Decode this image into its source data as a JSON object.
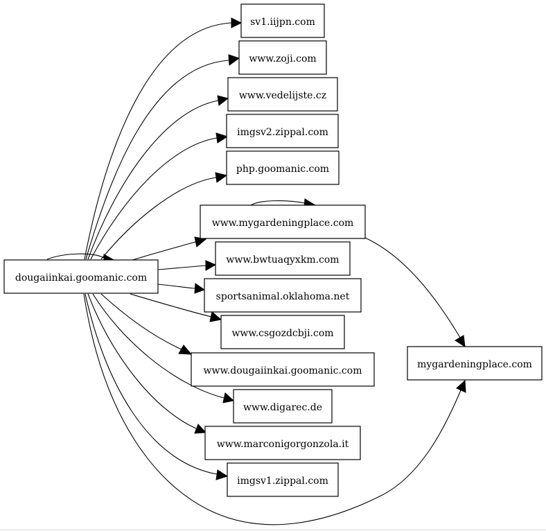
{
  "graph": {
    "source_node": "dougaiinkai.goomanic.com",
    "hub_node": "www.mygardeningplace.com",
    "target_node": "mygardeningplace.com",
    "nodes": [
      "sv1.iijpn.com",
      "www.zoji.com",
      "www.vedelijste.cz",
      "imgsv2.zippal.com",
      "php.goomanic.com",
      "www.mygardeningplace.com",
      "www.bwtuaqyxkm.com",
      "sportsanimal.oklahoma.net",
      "www.csgozdcbji.com",
      "www.dougaiinkai.goomanic.com",
      "www.digarec.de",
      "www.marconigorgonzola.it",
      "imgsv1.zippal.com",
      "dougaiinkai.goomanic.com",
      "mygardeningplace.com"
    ],
    "edges": [
      {
        "from": "dougaiinkai.goomanic.com",
        "to": "dougaiinkai.goomanic.com"
      },
      {
        "from": "dougaiinkai.goomanic.com",
        "to": "sv1.iijpn.com"
      },
      {
        "from": "dougaiinkai.goomanic.com",
        "to": "www.zoji.com"
      },
      {
        "from": "dougaiinkai.goomanic.com",
        "to": "www.vedelijste.cz"
      },
      {
        "from": "dougaiinkai.goomanic.com",
        "to": "imgsv2.zippal.com"
      },
      {
        "from": "dougaiinkai.goomanic.com",
        "to": "php.goomanic.com"
      },
      {
        "from": "dougaiinkai.goomanic.com",
        "to": "www.mygardeningplace.com"
      },
      {
        "from": "dougaiinkai.goomanic.com",
        "to": "www.bwtuaqyxkm.com"
      },
      {
        "from": "dougaiinkai.goomanic.com",
        "to": "sportsanimal.oklahoma.net"
      },
      {
        "from": "dougaiinkai.goomanic.com",
        "to": "www.csgozdcbji.com"
      },
      {
        "from": "dougaiinkai.goomanic.com",
        "to": "www.dougaiinkai.goomanic.com"
      },
      {
        "from": "dougaiinkai.goomanic.com",
        "to": "www.digarec.de"
      },
      {
        "from": "dougaiinkai.goomanic.com",
        "to": "www.marconigorgonzola.it"
      },
      {
        "from": "dougaiinkai.goomanic.com",
        "to": "imgsv1.zippal.com"
      },
      {
        "from": "dougaiinkai.goomanic.com",
        "to": "mygardeningplace.com"
      },
      {
        "from": "www.mygardeningplace.com",
        "to": "www.mygardeningplace.com"
      },
      {
        "from": "www.mygardeningplace.com",
        "to": "mygardeningplace.com"
      }
    ]
  }
}
